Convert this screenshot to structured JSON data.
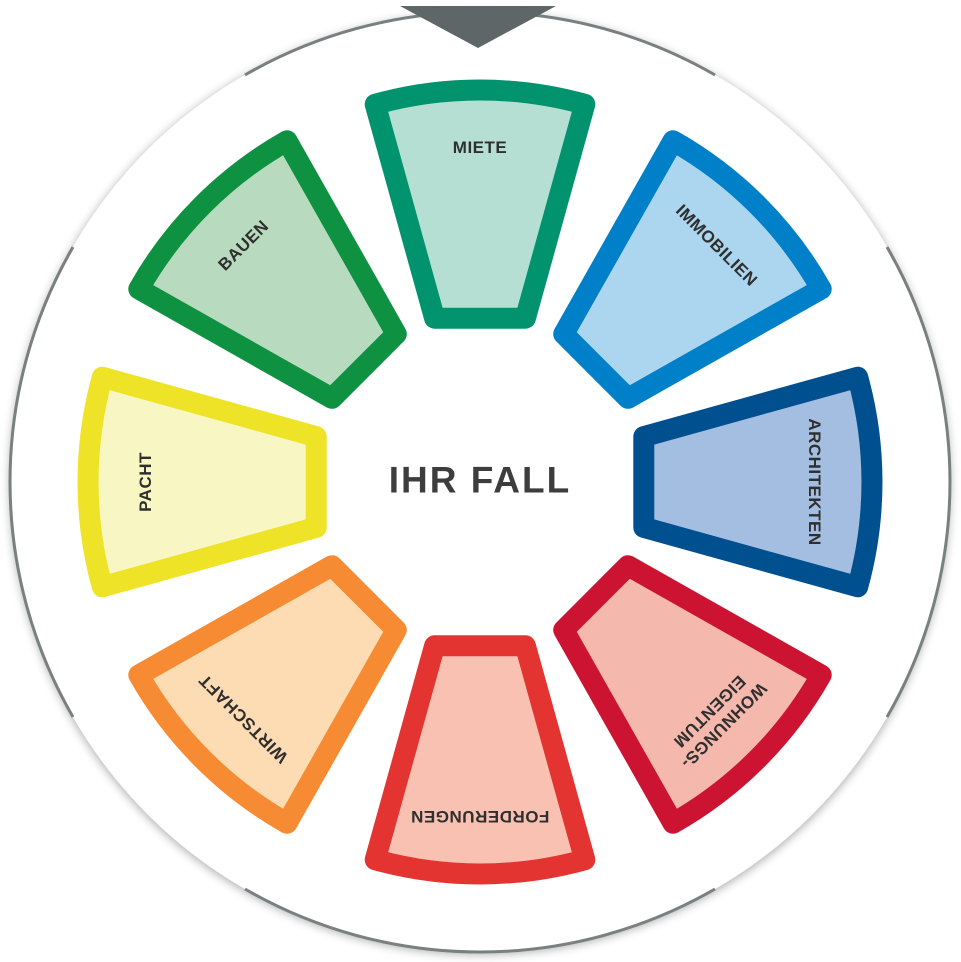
{
  "center": {
    "label": "IHR FALL"
  },
  "segments": [
    {
      "id": "miete",
      "lines": [
        "MIETE"
      ],
      "stroke": "#00936e",
      "fill": "#b6dfd3"
    },
    {
      "id": "immobilien",
      "lines": [
        "IMMOBILIEN"
      ],
      "stroke": "#0080c8",
      "fill": "#acd6ef"
    },
    {
      "id": "architekten",
      "lines": [
        "ARCHITEKTEN"
      ],
      "stroke": "#00508f",
      "fill": "#a3bee0"
    },
    {
      "id": "wohnungseigentum",
      "lines": [
        "WOHNUNGS-",
        "EIGENTUM"
      ],
      "stroke": "#cc1432",
      "fill": "#f4b8ad"
    },
    {
      "id": "forderungen",
      "lines": [
        "FORDERUNGEN"
      ],
      "stroke": "#e33432",
      "fill": "#f9c1b1"
    },
    {
      "id": "wirtschaft",
      "lines": [
        "WIRTSCHAFT"
      ],
      "stroke": "#f68b33",
      "fill": "#fddbb3"
    },
    {
      "id": "pacht",
      "lines": [
        "PACHT"
      ],
      "stroke": "#eee326",
      "fill": "#f8f6c2"
    },
    {
      "id": "bauen",
      "lines": [
        "BAUEN"
      ],
      "stroke": "#0e9140",
      "fill": "#b8dbc0"
    }
  ],
  "colors": {
    "ring": "#7a7f80",
    "pointer": "#5f6667",
    "disc": "#ffffff"
  }
}
